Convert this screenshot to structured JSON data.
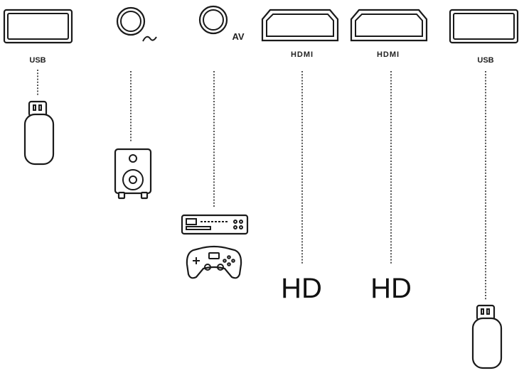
{
  "ports": [
    {
      "id": "usb-1",
      "label": "USB"
    },
    {
      "id": "audio",
      "label": ""
    },
    {
      "id": "av",
      "label": "AV"
    },
    {
      "id": "hdmi-1",
      "label": "HDMI"
    },
    {
      "id": "hdmi-2",
      "label": "HDMI"
    },
    {
      "id": "usb-2",
      "label": "USB"
    }
  ],
  "devices": {
    "hd_1": "HD",
    "hd_2": "HD"
  },
  "icons": [
    "usb-stick-icon",
    "speaker-icon",
    "dvd-player-icon",
    "gamepad-icon",
    "hd-logo"
  ]
}
